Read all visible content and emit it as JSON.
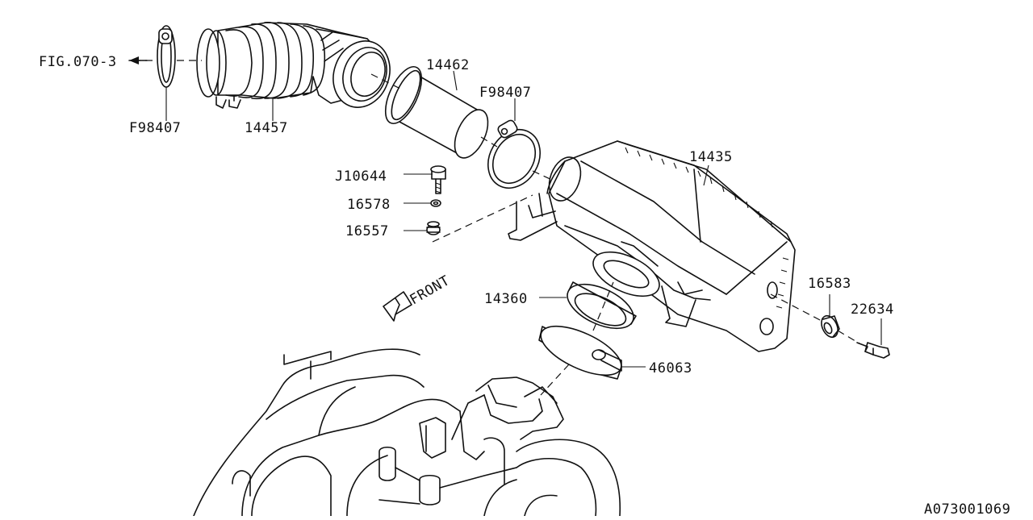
{
  "diagram": {
    "labels": {
      "fig_ref": "FIG.070-3",
      "clamp_left": "F98407",
      "duct": "14457",
      "resonator": "14462",
      "clamp_right": "F98407",
      "bolt": "J10644",
      "washer": "16578",
      "grommet": "16557",
      "air_cleaner": "14435",
      "seal": "14360",
      "gasket": "46063",
      "bushing": "16583",
      "sensor": "22634",
      "front": "FRONT",
      "drawing_number": "A073001069"
    },
    "colors": {
      "line": "#111111",
      "background": "#ffffff"
    }
  }
}
